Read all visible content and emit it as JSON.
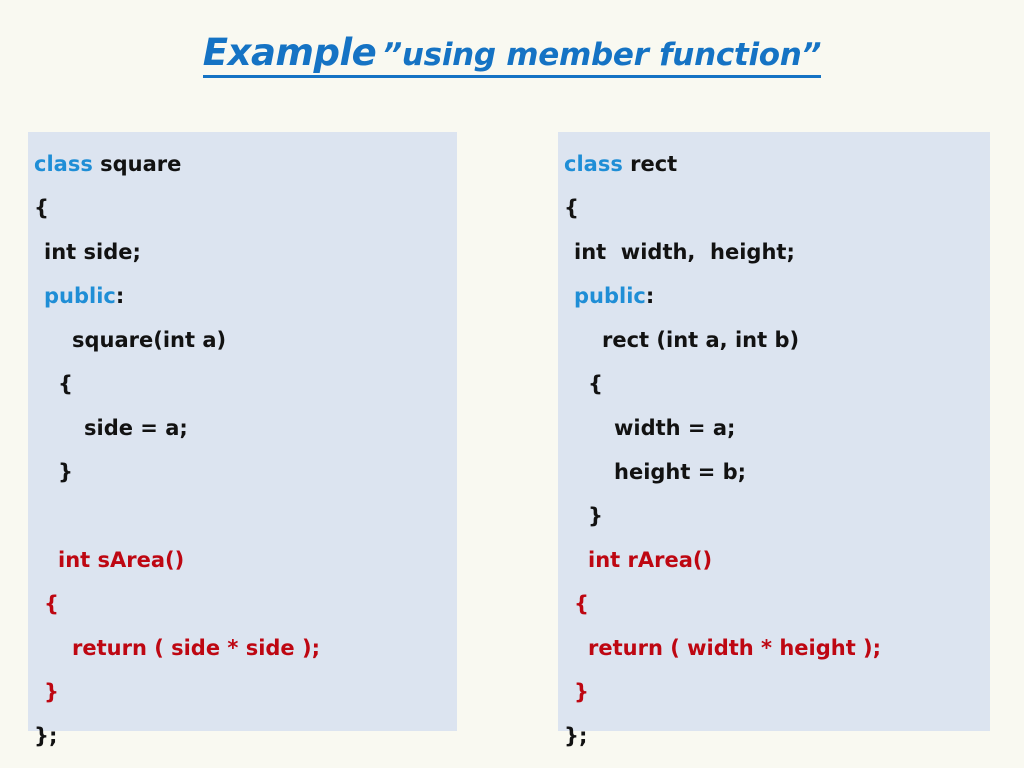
{
  "colors": {
    "background": "#f9f9f1",
    "panel": "#dce4f0",
    "title_blue": "#1573c4",
    "keyword_blue": "#1f8ed6",
    "code_black": "#121212",
    "code_red": "#be0712"
  },
  "title": {
    "main": "Example",
    "sub": "”using member function”"
  },
  "panels": [
    {
      "name": "square-class",
      "lines": [
        {
          "indent": 0,
          "color": "black",
          "segments": [
            {
              "text": "class",
              "style": "keyword"
            },
            {
              "text": " square",
              "style": "plain"
            }
          ]
        },
        {
          "indent": 0,
          "color": "black",
          "segments": [
            {
              "text": "{",
              "style": "plain"
            }
          ]
        },
        {
          "indent": 1,
          "color": "black",
          "segments": [
            {
              "text": "int side;",
              "style": "plain"
            }
          ]
        },
        {
          "indent": 1,
          "color": "black",
          "segments": [
            {
              "text": "public",
              "style": "keyword"
            },
            {
              "text": ":",
              "style": "plain"
            }
          ]
        },
        {
          "indent": 3,
          "color": "black",
          "segments": [
            {
              "text": "square(int a)",
              "style": "plain"
            }
          ]
        },
        {
          "indent": 2,
          "color": "black",
          "segments": [
            {
              "text": "{",
              "style": "plain"
            }
          ]
        },
        {
          "indent": 4,
          "color": "black",
          "segments": [
            {
              "text": "side = a;",
              "style": "plain"
            }
          ]
        },
        {
          "indent": 2,
          "color": "black",
          "segments": [
            {
              "text": "}",
              "style": "plain"
            }
          ]
        },
        {
          "indent": 0,
          "color": "black",
          "blank": true,
          "segments": [
            {
              "text": " ",
              "style": "plain"
            }
          ]
        },
        {
          "indent": 2,
          "color": "red",
          "segments": [
            {
              "text": "int sArea()",
              "style": "plain"
            }
          ]
        },
        {
          "indent": 1,
          "color": "red",
          "segments": [
            {
              "text": "{",
              "style": "plain"
            }
          ]
        },
        {
          "indent": 3,
          "color": "red",
          "segments": [
            {
              "text": "return ( side * side );",
              "style": "plain"
            }
          ]
        },
        {
          "indent": 1,
          "color": "red",
          "segments": [
            {
              "text": "}",
              "style": "plain"
            }
          ]
        },
        {
          "indent": 0,
          "color": "black",
          "segments": [
            {
              "text": "};",
              "style": "plain"
            }
          ]
        }
      ]
    },
    {
      "name": "rect-class",
      "lines": [
        {
          "indent": 0,
          "color": "black",
          "segments": [
            {
              "text": "class",
              "style": "keyword"
            },
            {
              "text": " rect",
              "style": "plain"
            }
          ]
        },
        {
          "indent": 0,
          "color": "black",
          "segments": [
            {
              "text": "{",
              "style": "plain"
            }
          ]
        },
        {
          "indent": 1,
          "color": "black",
          "segments": [
            {
              "text": "int  width,  height;",
              "style": "plain"
            }
          ]
        },
        {
          "indent": 1,
          "color": "black",
          "segments": [
            {
              "text": "public",
              "style": "keyword"
            },
            {
              "text": ":",
              "style": "plain"
            }
          ]
        },
        {
          "indent": 3,
          "color": "black",
          "segments": [
            {
              "text": "rect (int a, int b)",
              "style": "plain"
            }
          ]
        },
        {
          "indent": 2,
          "color": "black",
          "segments": [
            {
              "text": "{",
              "style": "plain"
            }
          ]
        },
        {
          "indent": 4,
          "color": "black",
          "segments": [
            {
              "text": "width = a;",
              "style": "plain"
            }
          ]
        },
        {
          "indent": 4,
          "color": "black",
          "segments": [
            {
              "text": "height = b;",
              "style": "plain"
            }
          ]
        },
        {
          "indent": 2,
          "color": "black",
          "segments": [
            {
              "text": "}",
              "style": "plain"
            }
          ]
        },
        {
          "indent": 2,
          "color": "red",
          "segments": [
            {
              "text": "int rArea()",
              "style": "plain"
            }
          ]
        },
        {
          "indent": 1,
          "color": "red",
          "segments": [
            {
              "text": "{",
              "style": "plain"
            }
          ]
        },
        {
          "indent": 2,
          "color": "red",
          "segments": [
            {
              "text": "return ( width * height );",
              "style": "plain"
            }
          ]
        },
        {
          "indent": 1,
          "color": "red",
          "segments": [
            {
              "text": "}",
              "style": "plain"
            }
          ]
        },
        {
          "indent": 0,
          "color": "black",
          "segments": [
            {
              "text": "};",
              "style": "plain"
            }
          ]
        }
      ]
    }
  ]
}
